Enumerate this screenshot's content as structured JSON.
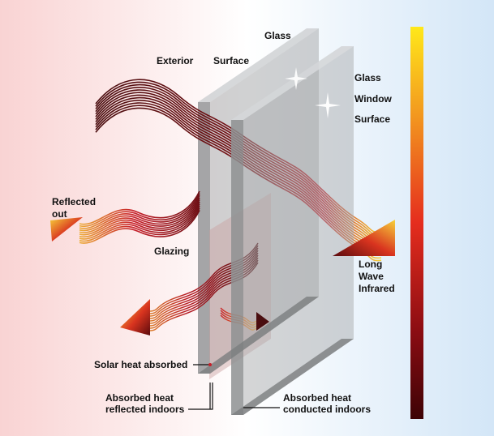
{
  "labels": {
    "glass_top": "Glass",
    "exterior": "Exterior",
    "surface_top": "Surface",
    "glass_right": "Glass",
    "window": "Window",
    "surface_right": "Surface",
    "reflected_line1": "Reflected",
    "reflected_line2": "out",
    "glazing": "Glazing",
    "long_wave_line1": "Long",
    "long_wave_line2": "Wave",
    "long_wave_line3": "Infrared",
    "solar_heat_absorbed": "Solar heat absorbed",
    "absorbed_reflected_line1": "Absorbed heat",
    "absorbed_reflected_line2": "reflected indoors",
    "absorbed_conducted_line1": "Absorbed heat",
    "absorbed_conducted_line2": "conducted indoors"
  },
  "colors": {
    "background_left": "#f9d3d3",
    "background_right": "#d3e6f7",
    "glass_pane": "#a9abad",
    "wave_dark": "#4a0d0f",
    "wave_red": "#c7202a",
    "wave_yellow": "#f7d23a",
    "scale_top": "#ffe81a",
    "scale_mid": "#e52d1e",
    "scale_bottom": "#3d0306"
  },
  "icons": {
    "reflected_arrow": "triangle-arrow",
    "infrared_arrow": "triangle-arrow",
    "glazing_arrow": "triangle-arrow",
    "indoor_arrow": "arrowhead",
    "glint": "sparkle-icon"
  }
}
